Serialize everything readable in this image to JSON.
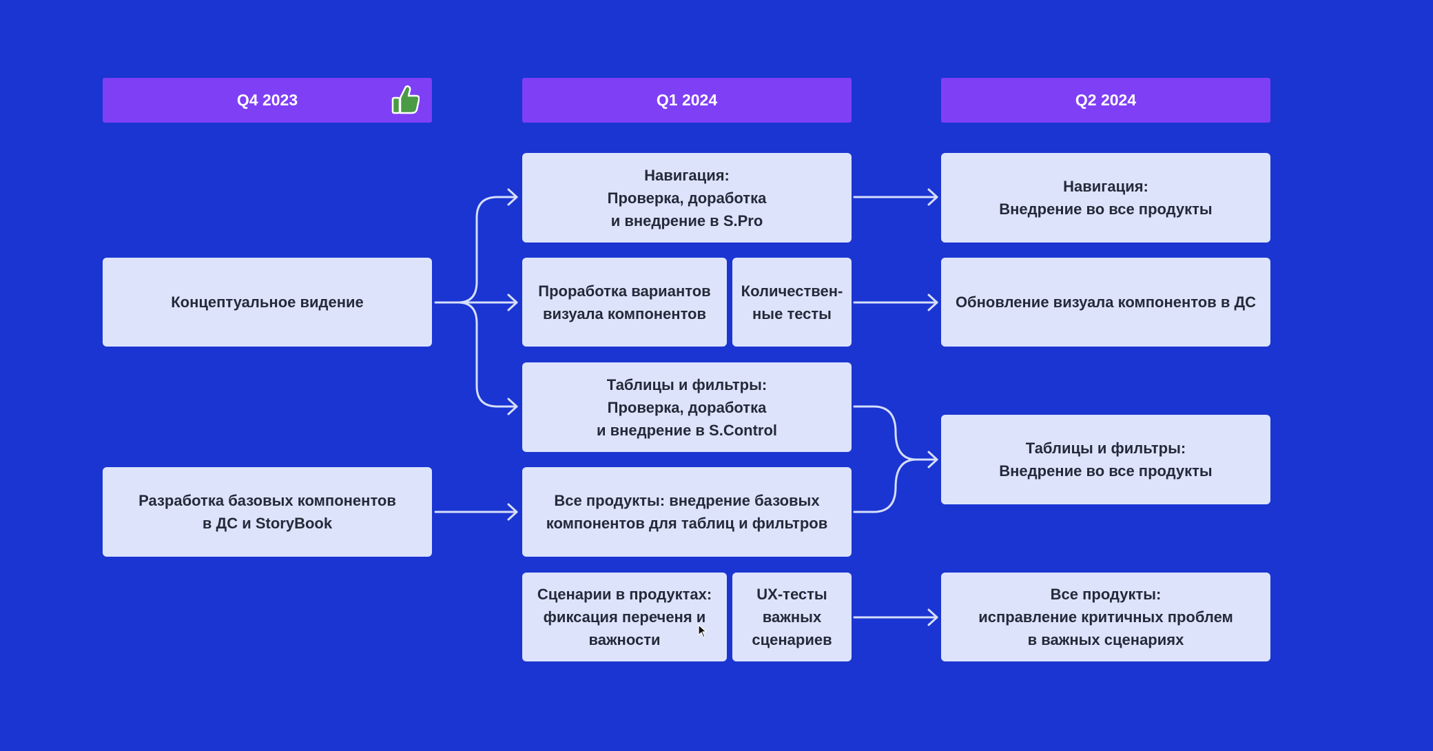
{
  "headers": {
    "q4": "Q4 2023",
    "q1": "Q1 2024",
    "q2": "Q2 2024"
  },
  "icons": {
    "thumb": "thumbs-up-icon",
    "thumb_color": "#4a9a46",
    "cursor": "mouse-cursor-icon"
  },
  "colors": {
    "background": "#1a35d1",
    "header": "#7f3ff5",
    "box": "#dde3fb",
    "arrow": "#d7defb"
  },
  "boxes": {
    "concept": [
      "Концептуальное видение"
    ],
    "base_components": [
      "Разработка базовых компонентов",
      "в ДС и StoryBook"
    ],
    "nav_check": [
      "Навигация:",
      "Проверка, доработка",
      "и внедрение в S.Pro"
    ],
    "visual_variants": [
      "Проработка вариантов",
      "визуала компонентов"
    ],
    "quant_tests": [
      "Количествен-",
      "ные тесты"
    ],
    "tables_check": [
      "Таблицы и фильтры:",
      "Проверка, доработка",
      "и внедрение в S.Control"
    ],
    "all_products_base": [
      "Все продукты: внедрение базовых",
      "компонентов для таблиц и фильтров"
    ],
    "scenarios": [
      "Сценарии в продуктах:",
      "фиксация переченя и",
      "важности"
    ],
    "ux_tests": [
      "UX-тесты",
      "важных",
      "сценариев"
    ],
    "nav_rollout": [
      "Навигация:",
      "Внедрение во все продукты"
    ],
    "visual_update": [
      "Обновление визуала компонентов в ДС"
    ],
    "tables_rollout": [
      "Таблицы и фильтры:",
      "Внедрение во все продукты"
    ],
    "critical_fixes": [
      "Все продукты:",
      "исправление критичных проблем",
      "в важных сценариях"
    ]
  }
}
